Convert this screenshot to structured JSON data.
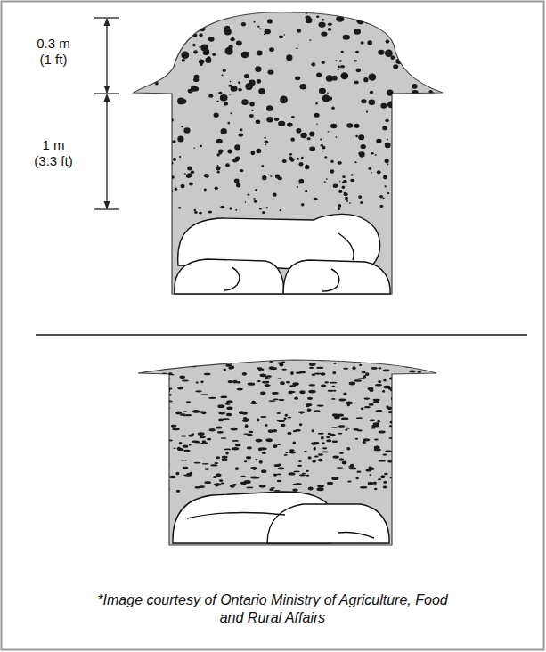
{
  "diagram": {
    "caption": "*Image courtesy of Ontario Ministry of Agriculture, Food and Rural Affairs",
    "labels": [
      "0.3 m (1 ft)",
      "1 m (3.3 ft)"
    ]
  }
}
